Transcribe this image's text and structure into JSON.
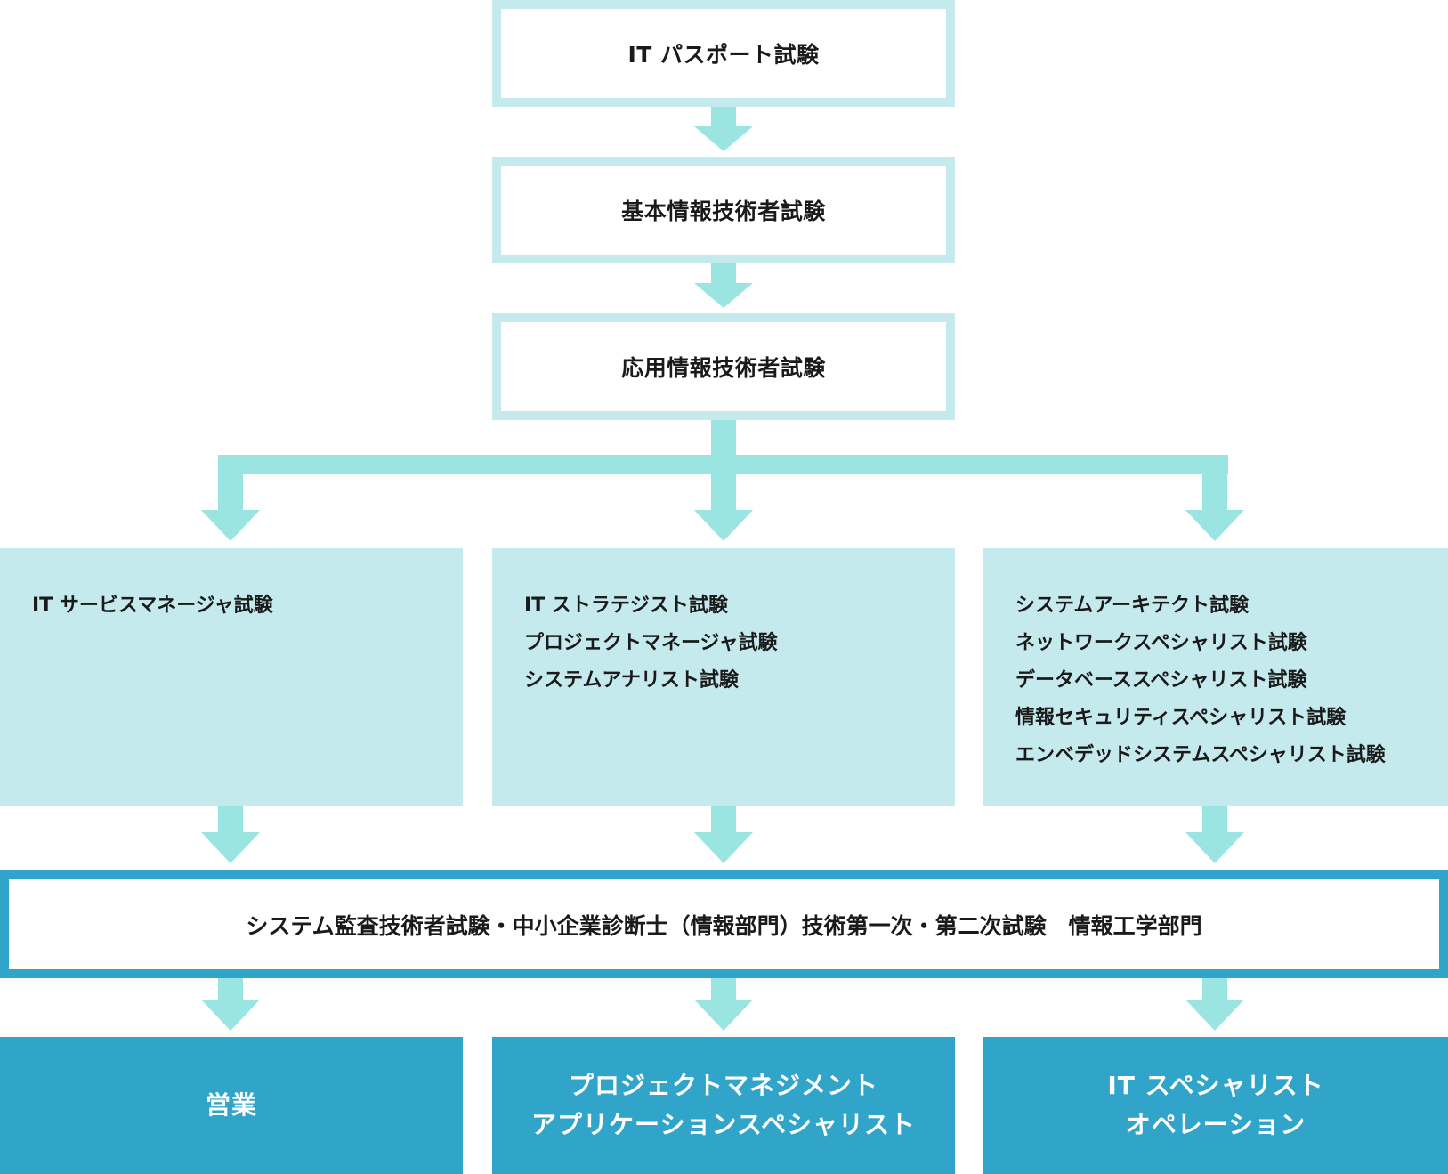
{
  "colors": {
    "light_box": "#c5eaee",
    "arrow": "#9ae4e2",
    "accent_blue": "#31a5c9",
    "text": "#1a1a1a",
    "text_inverse": "#ffffff"
  },
  "steps": [
    {
      "label": "IT パスポート試験"
    },
    {
      "label": "基本情報技術者試験"
    },
    {
      "label": "応用情報技術者試験"
    }
  ],
  "branches": [
    {
      "items": [
        "IT サービスマネージャ試験"
      ]
    },
    {
      "items": [
        "IT ストラテジスト試験",
        "プロジェクトマネージャ試験",
        "システムアナリスト試験"
      ]
    },
    {
      "items": [
        "システムアーキテクト試験",
        "ネットワークスペシャリスト試験",
        "データベーススペシャリスト試験",
        "情報セキュリティスペシャリスト試験",
        "エンベデッドシステムスペシャリスト試験"
      ]
    }
  ],
  "common": {
    "label": "システム監査技術者試験・中小企業診断士（情報部門）技術第一次・第二次試験　情報工学部門"
  },
  "outcomes": [
    {
      "lines": [
        "営業"
      ]
    },
    {
      "lines": [
        "プロジェクトマネジメント",
        "アプリケーションスペシャリスト"
      ]
    },
    {
      "lines": [
        "IT スペシャリスト",
        "オペレーション"
      ]
    }
  ],
  "icons": {
    "arrow": "arrow-down-icon"
  }
}
